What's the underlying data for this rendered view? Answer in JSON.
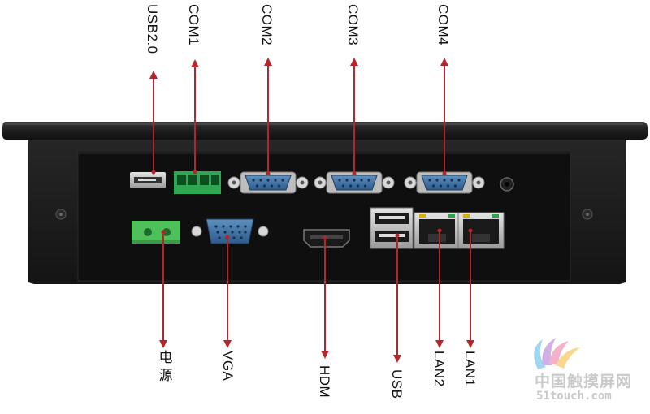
{
  "top_ports": [
    "USB2.0",
    "COM1",
    "COM2",
    "COM3",
    "COM4"
  ],
  "bottom_ports": {
    "power": "电源",
    "vga": "VGA",
    "hdmi": "HDM",
    "usb": "USB",
    "lan2": "LAN2",
    "lan1": "LAN1"
  },
  "watermark": {
    "brand": "中国触摸屏网",
    "url": "51touch.com"
  },
  "colors": {
    "arrow": "#b3262c",
    "chassis": "#1b1b1b",
    "panel": "#101010",
    "serial_blue": "#3f73a8",
    "terminal_green": "#2fa651",
    "power_green": "#4fc15a"
  }
}
